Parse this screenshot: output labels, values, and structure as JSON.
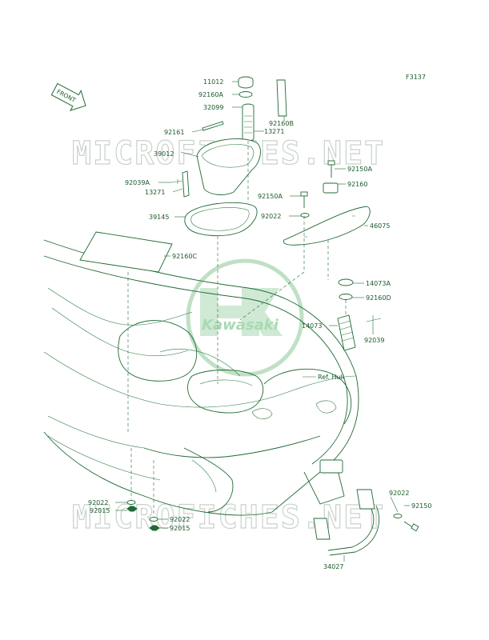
{
  "figure_code": "F3137",
  "front_label": "FRONT",
  "watermark_text": "MICROFICHES.NET",
  "logo_text": "Kawasaki",
  "reference_label": "Ref. Hull",
  "line_color": "#1f6b33",
  "watermark_color": "#bfe0c5",
  "part_labels": {
    "p11012": "11012",
    "p92160A": "92160A",
    "p32099": "32099",
    "p92161": "92161",
    "p13271_top": "13271",
    "p92160B": "92160B",
    "p39012": "39012",
    "p92039A": "92039A",
    "p13271_left": "13271",
    "p39145": "39145",
    "p92160C": "92160C",
    "p92150A_top": "92150A",
    "p92160": "92160",
    "p92150A_mid": "92150A",
    "p92022_mid": "92022",
    "p46075": "46075",
    "p14073A": "14073A",
    "p92160D": "92160D",
    "p14073": "14073",
    "p92039": "92039",
    "p92022_left": "92022",
    "p92015_left": "92015",
    "p92022_low": "92022",
    "p92015_low": "92015",
    "p92022_right": "92022",
    "p92150": "92150",
    "p34027": "34027"
  }
}
